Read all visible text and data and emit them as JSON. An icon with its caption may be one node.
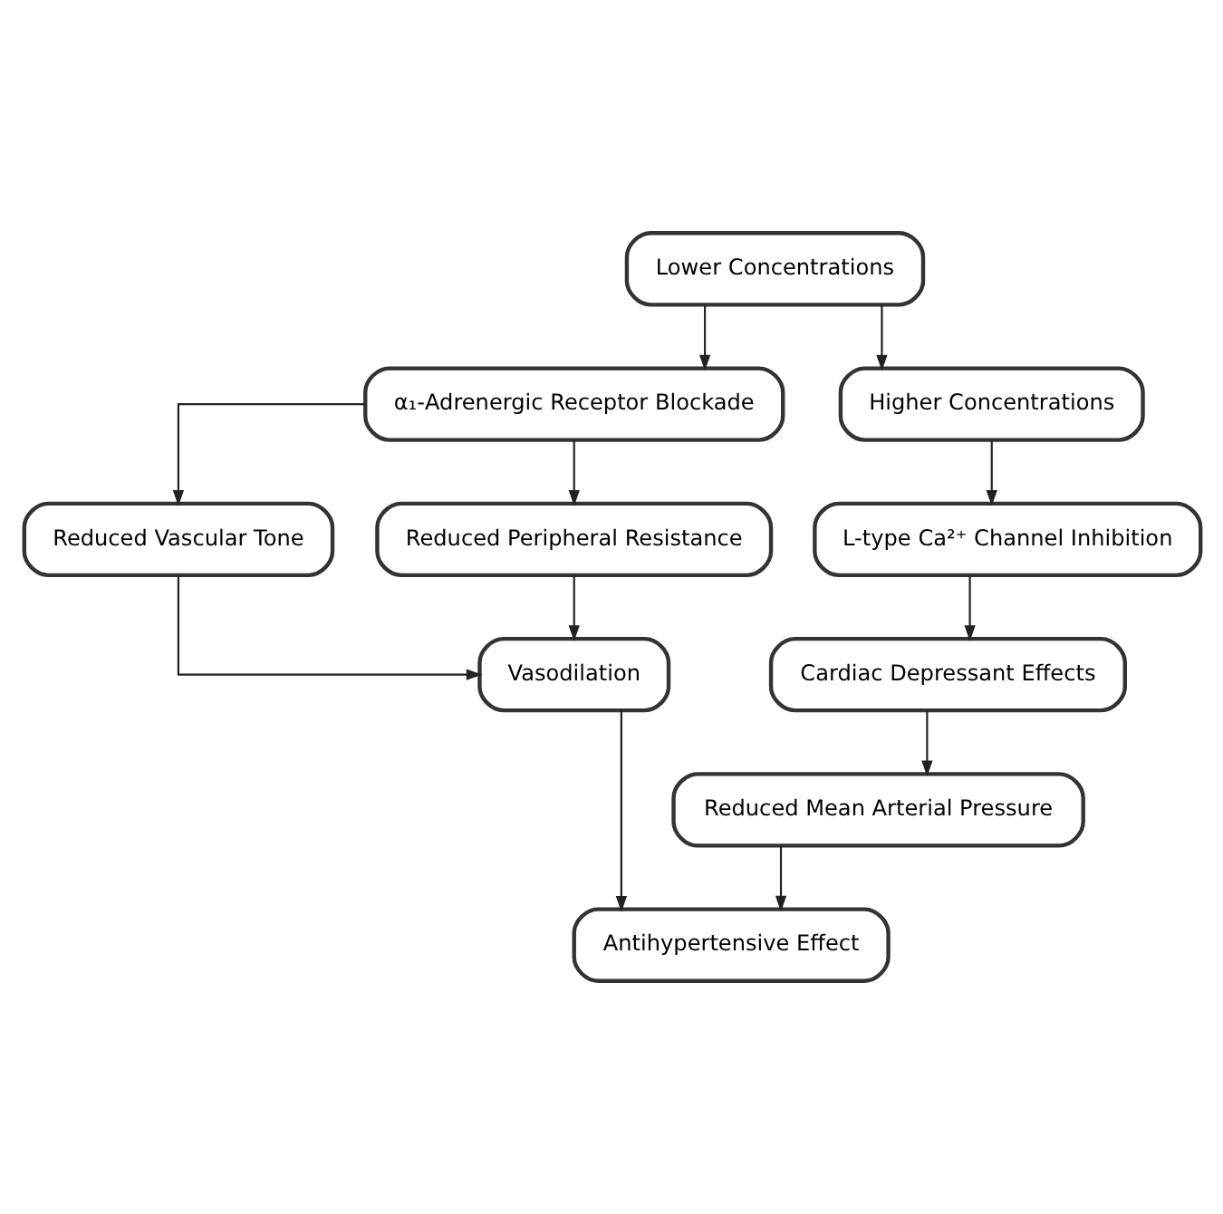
{
  "diagram": {
    "nodes": [
      {
        "text": [
          "Lower Concentrations"
        ]
      },
      {
        "text": [
          "α₁-Adrenergic Receptor Blockade"
        ]
      },
      {
        "text": [
          "Higher Concentrations"
        ]
      },
      {
        "text": [
          "Reduced Vascular Tone"
        ]
      },
      {
        "text": [
          "Reduced Peripheral Resistance"
        ]
      },
      {
        "text": [
          "L-type Ca²⁺ Channel Inhibition"
        ]
      },
      {
        "text": [
          "Vasodilation"
        ]
      },
      {
        "text": [
          "Cardiac Depressant Effects"
        ]
      },
      {
        "text": [
          "Reduced Mean Arterial Pressure"
        ]
      },
      {
        "text": [
          "Antihypertensive Effect"
        ]
      }
    ],
    "edges": [
      {
        "from": 0,
        "to": 1,
        "arrow": "to"
      },
      {
        "from": 0,
        "to": 2,
        "arrow": "to"
      },
      {
        "from": 1,
        "to": 3,
        "arrow": "to"
      },
      {
        "from": 1,
        "to": 4,
        "arrow": "to"
      },
      {
        "from": 2,
        "to": 5,
        "arrow": "to"
      },
      {
        "from": 3,
        "to": 6,
        "arrow": "to"
      },
      {
        "from": 4,
        "to": 6,
        "arrow": "to"
      },
      {
        "from": 5,
        "to": 7,
        "arrow": "to"
      },
      {
        "from": 7,
        "to": 8,
        "arrow": "to"
      },
      {
        "from": 6,
        "to": 9,
        "arrow": "to"
      },
      {
        "from": 8,
        "to": 9,
        "arrow": "to"
      }
    ]
  }
}
